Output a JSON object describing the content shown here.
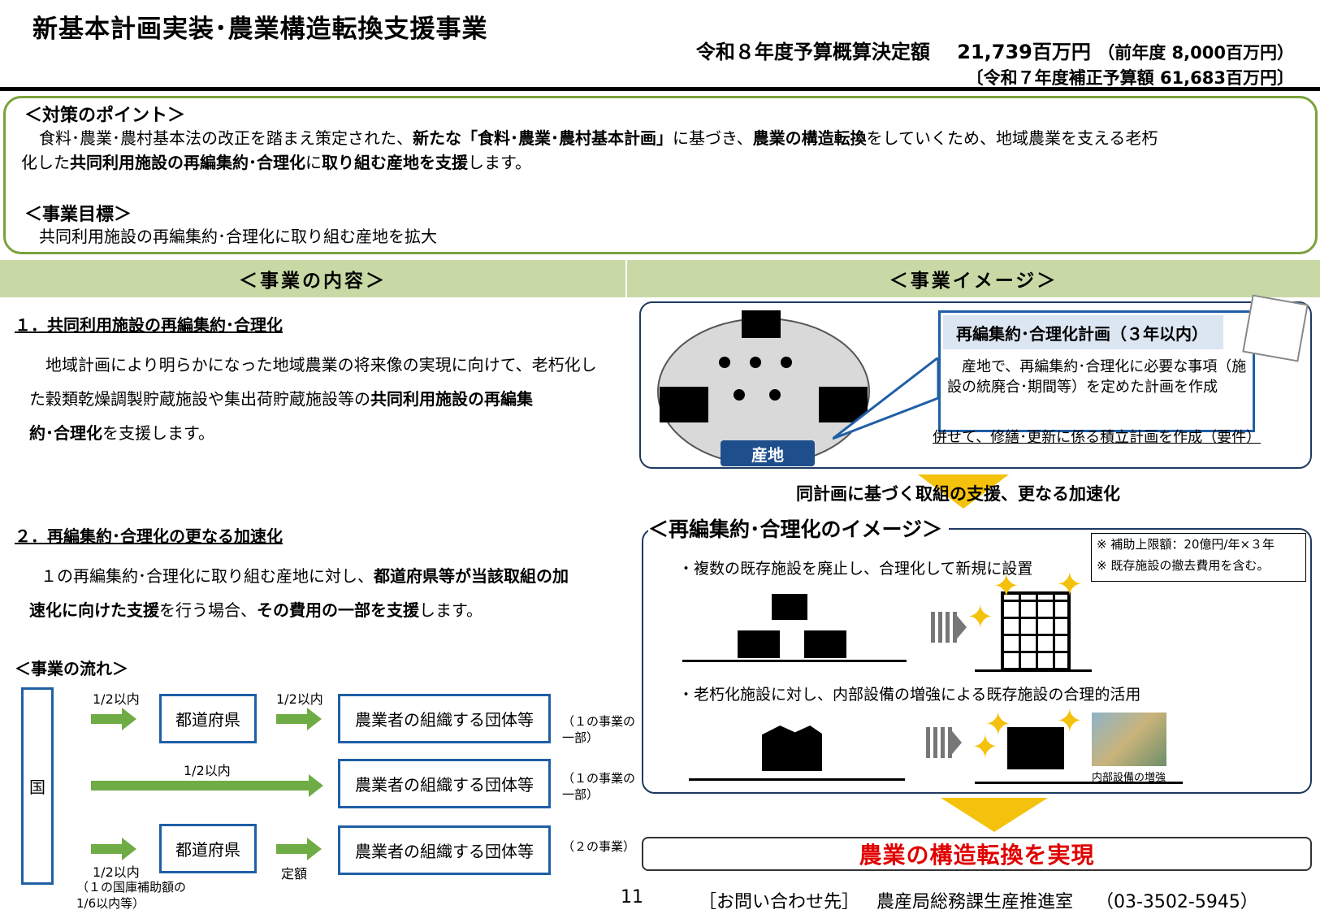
{
  "header": {
    "title": "新基本計画実装･農業構造転換支援事業",
    "budget_label": "令和８年度予算概算決定額",
    "budget_value": "21,739百万円",
    "budget_prev": "（前年度 8,000百万円）",
    "budget_supplementary": "〔令和７年度補正予算額  61,683百万円〕"
  },
  "points": {
    "heading": "＜対策のポイント＞",
    "p1_a": "食料･農業･農村基本法の改正を踏まえ策定された、",
    "p1_b": "新たな「食料･農業･農村基本計画」",
    "p1_c": "に基づき、",
    "p1_d": "農業の構造転換",
    "p1_e": "をしていくため、地域農業を支える老朽",
    "p2_a": "化した",
    "p2_b": "共同利用施設の再編集約･合理化",
    "p2_c": "に",
    "p2_d": "取り組む産地を支援",
    "p2_e": "します。",
    "goal_heading": "＜事業目標＞",
    "goal_text": "共同利用施設の再編集約･合理化に取り組む産地を拡大"
  },
  "sections": {
    "content_header": "＜事業の内容＞",
    "image_header": "＜事業イメージ＞"
  },
  "content": {
    "item1_heading": "１．共同利用施設の再編集約･合理化",
    "item1_l1": "地域計画により明らかになった地域農業の将来像の実現に向けて、老朽化し",
    "item1_l2a": "た穀類乾燥調製貯蔵施設や集出荷貯蔵施設等の",
    "item1_l2b": "共同利用施設の再編集",
    "item1_l3a": "約･合理化",
    "item1_l3b": "を支援します。",
    "item2_heading": "２．再編集約･合理化の更なる加速化",
    "item2_l1a": "１の再編集約･合理化に取り組む産地に対し、",
    "item2_l1b": "都道府県等が当該取組の加",
    "item2_l2a": "速化に向けた支援",
    "item2_l2b": "を行う場合、",
    "item2_l2c": "その費用の一部を支援",
    "item2_l2d": "します。"
  },
  "flow": {
    "heading": "＜事業の流れ＞",
    "national": "国",
    "prefecture": "都道府県",
    "org": "農業者の組織する団体等",
    "rate_half": "1/2以内",
    "rate_fixed": "定額",
    "note_row1": "（１の事業の一部）",
    "note_row2": "（１の事業の一部）",
    "note_row3": "（２の事業）",
    "note_bottom": "（１の国庫補助額の1/6以内等）"
  },
  "image": {
    "plan_title": "再編集約･合理化計画（３年以内）",
    "plan_text": "産地で、再編集約･合理化に必要な事項（施設の統廃合･期間等）を定めた計画を作成",
    "plan_note": "併せて、修繕･更新に係る積立計画を作成（要件）",
    "origin_label": "産地",
    "support_text": "同計画に基づく取組の支援、更なる加速化",
    "consolidation_heading": "＜再編集約･合理化のイメージ＞",
    "cap_note1": "※  補助上限額：20億円/年×３年",
    "cap_note2": "※  既存施設の撤去費用を含む。",
    "bullet1": "・複数の既存施設を廃止し、合理化して新規に設置",
    "bullet2": "・老朽化施設に対し、内部設備の増強による既存施設の合理的活用",
    "equipment_caption": "内部設備の増強",
    "result": "農業の構造転換を実現"
  },
  "footer": {
    "page": "11",
    "contact_label": "［お問い合わせ先］",
    "department": "農産局総務課生産推進室",
    "phone": "（03-3502-5945）"
  },
  "colors": {
    "accent_green": "#7aa23c",
    "band": "#c9d9a6",
    "blue": "#1f5fa6",
    "arrow_green": "#6fac46",
    "yellow": "#f4c20d",
    "red": "#e00000"
  }
}
